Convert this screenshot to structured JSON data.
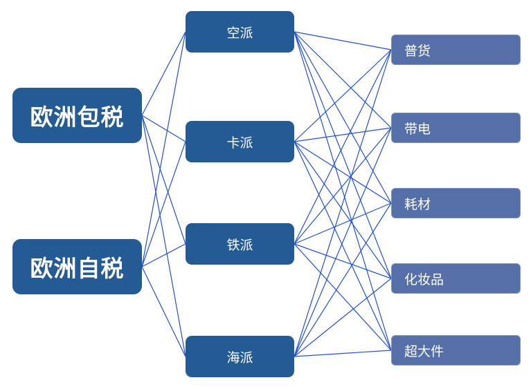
{
  "left_nodes": [
    "欧洲包税",
    "欧洲自税"
  ],
  "middle_nodes": [
    "空派",
    "卡派",
    "铁派",
    "海派"
  ],
  "right_nodes": [
    "普货",
    "带电",
    "耗材",
    "化妆品",
    "超大件"
  ],
  "colors": {
    "left_box": "#255b94",
    "middle_box": "#255b94",
    "right_box": "#5570a8",
    "connector": "#1f4fd8"
  }
}
